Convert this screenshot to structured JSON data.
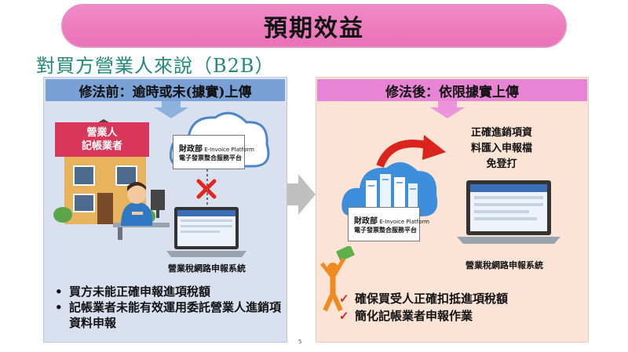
{
  "title": "預期效益",
  "subtitle": "對買方營業人來說（B2B）",
  "before": {
    "header": "修法前：逾時或未(據實)上傳",
    "sign_line1": "營業人",
    "sign_line2": "記帳業者",
    "platform_ministry": "財政部",
    "platform_en": "E-Invoice Platform",
    "platform_zh": "電子發票整合服務平台",
    "system_caption": "營業稅網路申報系統",
    "bullets": [
      "買方未能正確申報進項稅額",
      "記帳業者未能有效運用委託營業人進銷項資料申報"
    ],
    "bullet_symbol": "•"
  },
  "after": {
    "header": "修法後：依限據實上傳",
    "note_line1": "正確進銷項資",
    "note_line2": "料匯入申報檔",
    "note_line3": "免登打",
    "platform_ministry": "財政部",
    "platform_en": "E-Invoice Platform",
    "platform_zh": "電子發票整合服務平台",
    "system_caption": "營業稅網路申報系統",
    "benefits": [
      "確保買受人正確扣抵進項稅額",
      "簡化記帳業者申報作業"
    ],
    "check_symbol": "✓"
  },
  "page_number": "5",
  "colors": {
    "title_pill": "#ea78bc",
    "subtitle": "#1f8a7a",
    "left_panel": "#d9e1f1",
    "left_header": "#7aa1d6",
    "right_panel": "#fbe3d6",
    "right_header": "#e884d4",
    "sign": "#d8375a",
    "error_x": "#e8231c",
    "checkmark": "#d8281e"
  }
}
